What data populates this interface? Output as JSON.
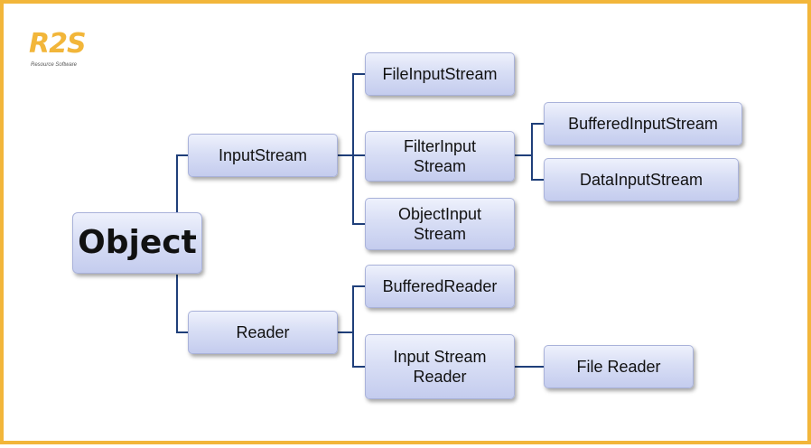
{
  "logo": {
    "mark": "R2S",
    "subtitle": "Resource Software"
  },
  "nodes": {
    "object": "Object",
    "input_stream": "InputStream",
    "reader": "Reader",
    "file_input_stream": "FileInputStream",
    "filter_input_stream": "FilterInput\nStream",
    "object_input_stream": "ObjectInput\nStream",
    "buffered_input_stream": "BufferedInputStream",
    "data_input_stream": "DataInputStream",
    "buffered_reader": "BufferedReader",
    "input_stream_reader": "Input Stream\nReader",
    "file_reader": "File Reader"
  },
  "colors": {
    "frame_border": "#f2b63a",
    "connector": "#1f3f7a",
    "node_fill": "#d8def5"
  }
}
